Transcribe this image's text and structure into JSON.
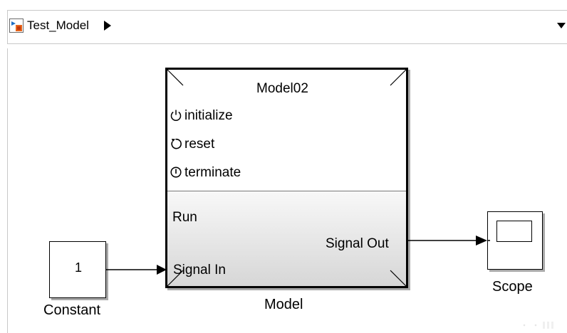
{
  "breadcrumb": {
    "model_name": "Test_Model"
  },
  "blocks": {
    "constant": {
      "value": "1",
      "name": "Constant"
    },
    "model": {
      "title": "Model02",
      "functions": [
        {
          "label": "initialize",
          "icon": "power-icon"
        },
        {
          "label": "reset",
          "icon": "reset-icon"
        },
        {
          "label": "terminate",
          "icon": "terminate-icon"
        }
      ],
      "port_run": "Run",
      "port_in": "Signal In",
      "port_out": "Signal Out",
      "name": "Model"
    },
    "scope": {
      "name": "Scope"
    }
  },
  "colors": {
    "model_icon_blue": "#1f6fc4",
    "model_icon_orange": "#e8641b",
    "block_border": "#000000",
    "shadow": "#aaaaaa"
  }
}
